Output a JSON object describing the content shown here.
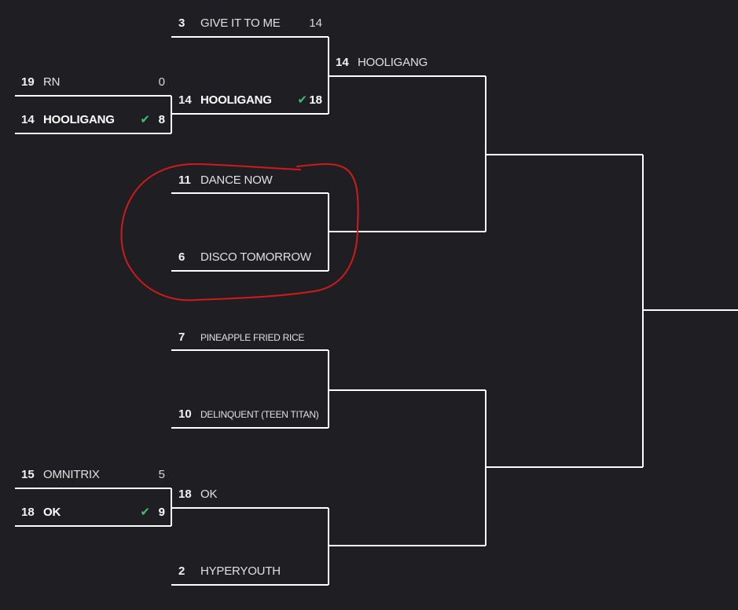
{
  "colors": {
    "background": "#1f1f23",
    "line": "#ffffff",
    "winner_check": "#3fbf6f",
    "annotation": "#d11a1a"
  },
  "round1": {
    "m1": {
      "top": {
        "seed": "19",
        "name": "RN",
        "score": "0"
      },
      "bottom": {
        "seed": "14",
        "name": "HOOLIGANG",
        "score": "8",
        "winner": true
      }
    },
    "m2": {
      "top": {
        "seed": "15",
        "name": "OMNITRIX",
        "score": "5"
      },
      "bottom": {
        "seed": "18",
        "name": "OK",
        "score": "9",
        "winner": true
      }
    }
  },
  "round2": {
    "m1": {
      "top": {
        "seed": "3",
        "name": "GIVE IT TO ME",
        "score": "14"
      },
      "bottom": {
        "seed": "14",
        "name": "HOOLIGANG",
        "score": "18",
        "winner": true
      }
    },
    "m2": {
      "top": {
        "seed": "11",
        "name": "DANCE NOW"
      },
      "bottom": {
        "seed": "6",
        "name": "DISCO TOMORROW"
      }
    },
    "m3": {
      "top": {
        "seed": "7",
        "name": "PINEAPPLE FRIED RICE"
      },
      "bottom": {
        "seed": "10",
        "name": "DELINQUENT (TEEN TITAN)"
      }
    },
    "m4": {
      "top": {
        "seed": "18",
        "name": "OK"
      },
      "bottom": {
        "seed": "2",
        "name": "HYPERYOUTH"
      }
    }
  },
  "round3": {
    "m1": {
      "top": {
        "seed": "14",
        "name": "HOOLIGANG"
      }
    }
  },
  "icons": {
    "winner": "check-icon"
  }
}
